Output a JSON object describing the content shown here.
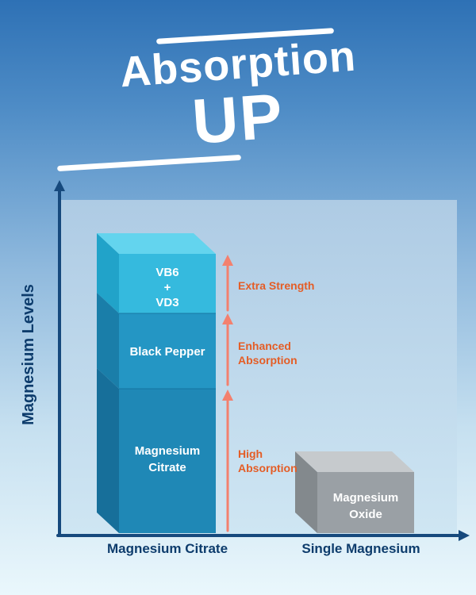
{
  "title": {
    "line1": "Absorption",
    "line2": "UP"
  },
  "y_axis_label": "Magnesium Levels",
  "x_axis": {
    "category1": "Magnesium Citrate",
    "category2": "Single Magnesium"
  },
  "bar_citrate": {
    "segment_top": {
      "label": "VB6 + VD3",
      "lines": [
        "VB6",
        "+",
        "VD3"
      ]
    },
    "segment_middle": {
      "label": "Black Pepper"
    },
    "segment_bottom": {
      "label": "Magnesium Citrate",
      "lines": [
        "Magnesium",
        "Citrate"
      ]
    }
  },
  "bar_oxide": {
    "label": "Magnesium Oxide",
    "lines": [
      "Magnesium",
      "Oxide"
    ]
  },
  "annotations": {
    "extra_strength": {
      "lines": [
        "Extra Strength"
      ]
    },
    "enhanced_absorption": {
      "lines": [
        "Enhanced",
        "Absorption"
      ]
    },
    "high_absorption": {
      "lines": [
        "High",
        "Absorption"
      ]
    }
  },
  "colors": {
    "background_top": "#2e71b5",
    "background_bottom": "#eaf7fc",
    "plot_bg": "#b7d3e8",
    "axis": "#16497d",
    "axis_text": "#0d3c6c",
    "title_text": "#ffffff",
    "bar_top_face": "#63d4ee",
    "seg_vb6_front": "#35bade",
    "seg_vb6_side": "#21a3c9",
    "seg_pepper_front": "#2496c4",
    "seg_pepper_side": "#1a7ea9",
    "seg_citrate_front": "#1f88b6",
    "seg_citrate_side": "#176f9a",
    "cube_top": "#c6cacd",
    "cube_front": "#9aa0a5",
    "cube_side": "#83898d",
    "bar_label_text": "#ffffff",
    "arrow": "#f3806e",
    "annotation_text": "#e45d26"
  },
  "chart_data": {
    "type": "bar",
    "stacked": true,
    "title": "Absorption UP",
    "ylabel": "Magnesium Levels",
    "xlabel": "",
    "ylim": [
      0,
      100
    ],
    "grid": false,
    "legend": false,
    "categories": [
      "Magnesium Citrate",
      "Single Magnesium"
    ],
    "series": [
      {
        "name": "Magnesium Citrate",
        "values": [
          41,
          0
        ]
      },
      {
        "name": "Black Pepper",
        "values": [
          21,
          0
        ]
      },
      {
        "name": "VB6 + VD3",
        "values": [
          17,
          0
        ]
      },
      {
        "name": "Magnesium Oxide",
        "values": [
          0,
          17
        ]
      }
    ],
    "annotations": [
      {
        "label": "High Absorption",
        "target": "Magnesium Citrate segment"
      },
      {
        "label": "Enhanced Absorption",
        "target": "Black Pepper segment"
      },
      {
        "label": "Extra Strength",
        "target": "VB6 + VD3 segment"
      }
    ]
  }
}
